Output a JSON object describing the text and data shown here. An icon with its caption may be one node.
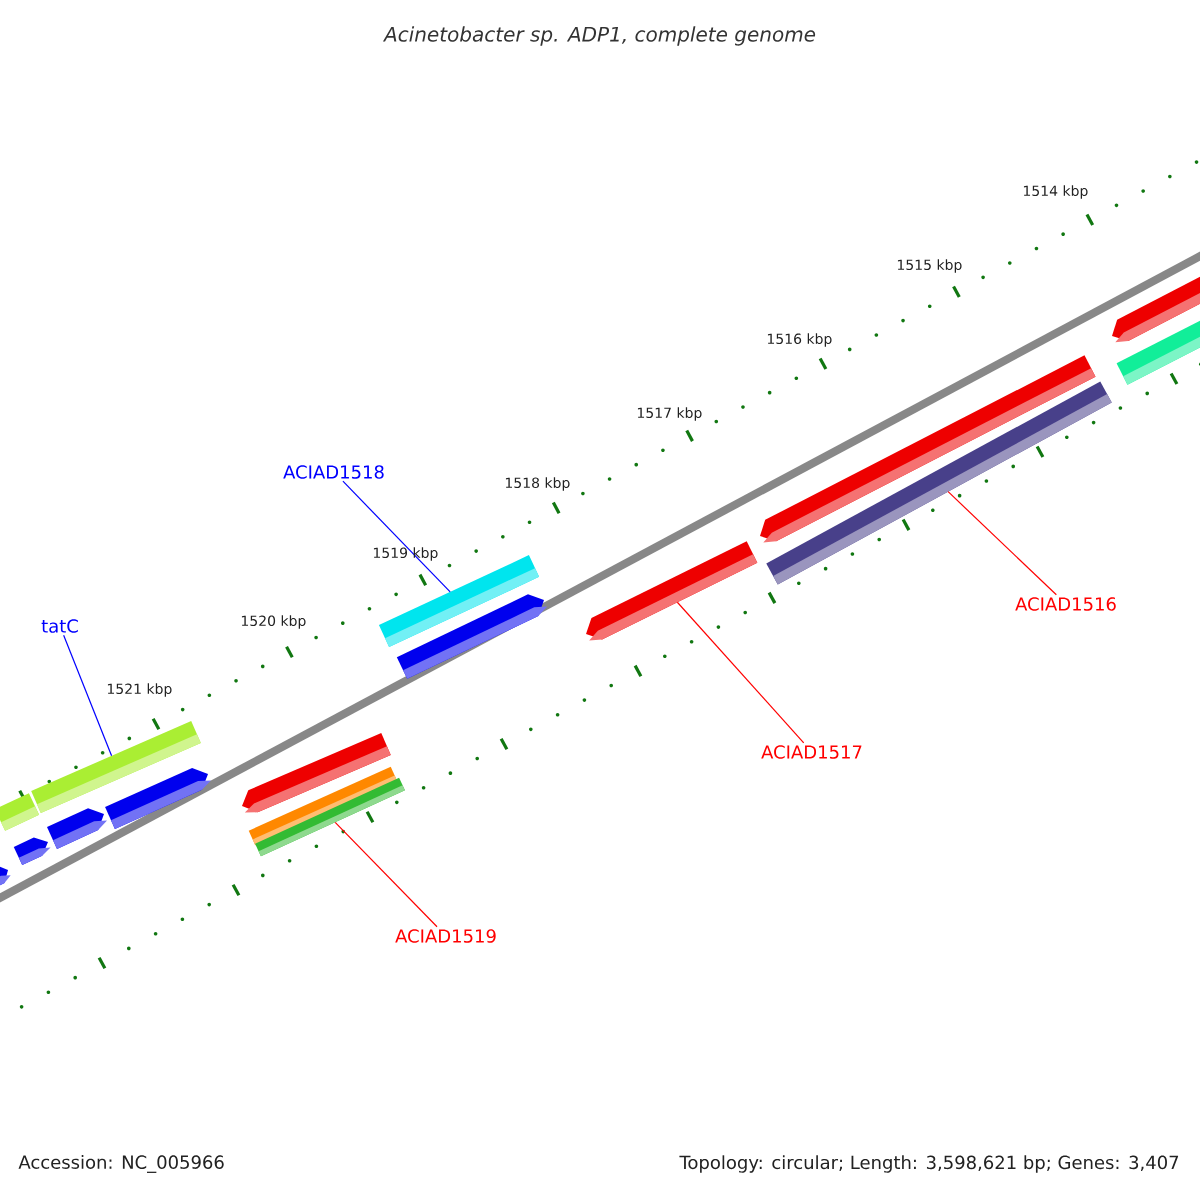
{
  "diagram": {
    "title": "Acinetobacter sp. ADP1, complete genome",
    "nodes": [
      {
        "text": [
          "ACIAD1518"
        ]
      },
      {
        "text": [],
        "shape": "bar"
      },
      {
        "text": [
          "tatC"
        ]
      },
      {
        "text": [],
        "shape": "bar"
      },
      {
        "text": [
          "ACIAD1519"
        ]
      },
      {
        "text": [],
        "shape": "bar"
      },
      {
        "text": [
          "ACIAD1517"
        ]
      },
      {
        "text": [],
        "shape": "bar"
      },
      {
        "text": [
          "ACIAD1516"
        ]
      },
      {
        "text": [],
        "shape": "bar"
      }
    ],
    "edges": [
      {
        "from": 0,
        "to": 1,
        "arrow": "none",
        "color": "#0000ff"
      },
      {
        "from": 2,
        "to": 3,
        "arrow": "none",
        "color": "#0000ff"
      },
      {
        "from": 4,
        "to": 5,
        "arrow": "none"
      },
      {
        "from": 6,
        "to": 7,
        "arrow": "none"
      },
      {
        "from": 8,
        "to": 9,
        "arrow": "none"
      }
    ],
    "labels": [
      "1514 kbp",
      "1515 kbp",
      "1516 kbp",
      "1517 kbp",
      "1518 kbp",
      "1519 kbp",
      "1520 kbp",
      "1521 kbp",
      "Accession: NC_005966",
      "Topology: circular; Length: 3,598,621 bp; Genes: 3,407"
    ]
  }
}
